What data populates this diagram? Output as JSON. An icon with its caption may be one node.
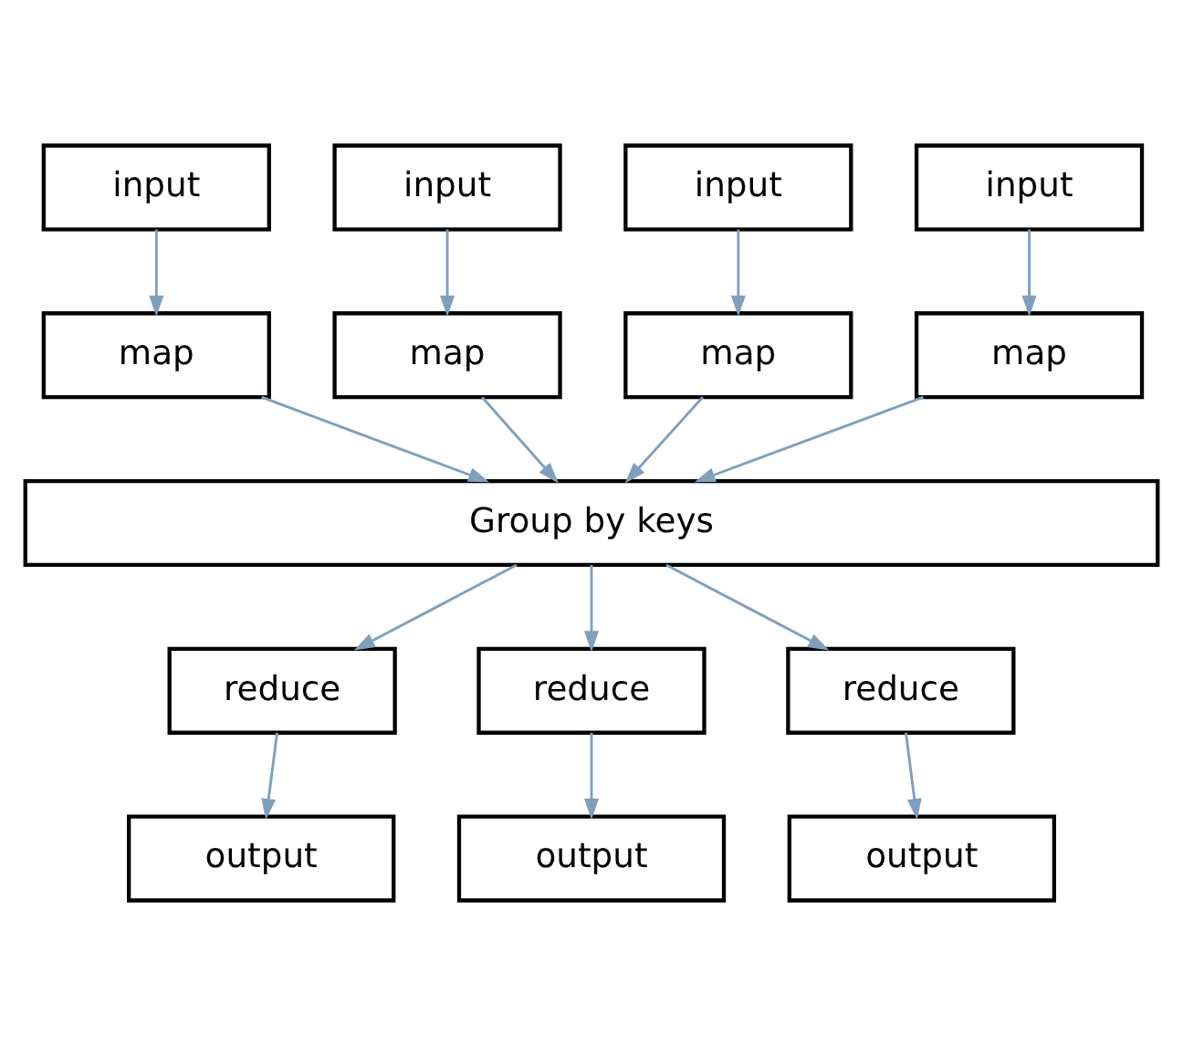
{
  "diagram": {
    "nodes": [
      {
        "text": [
          "input"
        ]
      },
      {
        "text": [
          "input"
        ]
      },
      {
        "text": [
          "input"
        ]
      },
      {
        "text": [
          "input"
        ]
      },
      {
        "text": [
          "map"
        ]
      },
      {
        "text": [
          "map"
        ]
      },
      {
        "text": [
          "map"
        ]
      },
      {
        "text": [
          "map"
        ]
      },
      {
        "text": [
          "Group by keys"
        ]
      },
      {
        "text": [
          "reduce"
        ]
      },
      {
        "text": [
          "reduce"
        ]
      },
      {
        "text": [
          "reduce"
        ]
      },
      {
        "text": [
          "output"
        ]
      },
      {
        "text": [
          "output"
        ]
      },
      {
        "text": [
          "output"
        ]
      }
    ],
    "edges": [
      {
        "from": 0,
        "to": 4,
        "arrow": "to"
      },
      {
        "from": 1,
        "to": 5,
        "arrow": "to"
      },
      {
        "from": 2,
        "to": 6,
        "arrow": "to"
      },
      {
        "from": 3,
        "to": 7,
        "arrow": "to"
      },
      {
        "from": 4,
        "to": 8,
        "arrow": "to"
      },
      {
        "from": 5,
        "to": 8,
        "arrow": "to"
      },
      {
        "from": 6,
        "to": 8,
        "arrow": "to"
      },
      {
        "from": 7,
        "to": 8,
        "arrow": "to"
      },
      {
        "from": 8,
        "to": 9,
        "arrow": "to"
      },
      {
        "from": 8,
        "to": 10,
        "arrow": "to"
      },
      {
        "from": 8,
        "to": 11,
        "arrow": "to"
      },
      {
        "from": 9,
        "to": 12,
        "arrow": "to"
      },
      {
        "from": 10,
        "to": 13,
        "arrow": "to"
      },
      {
        "from": 11,
        "to": 14,
        "arrow": "to"
      }
    ]
  }
}
